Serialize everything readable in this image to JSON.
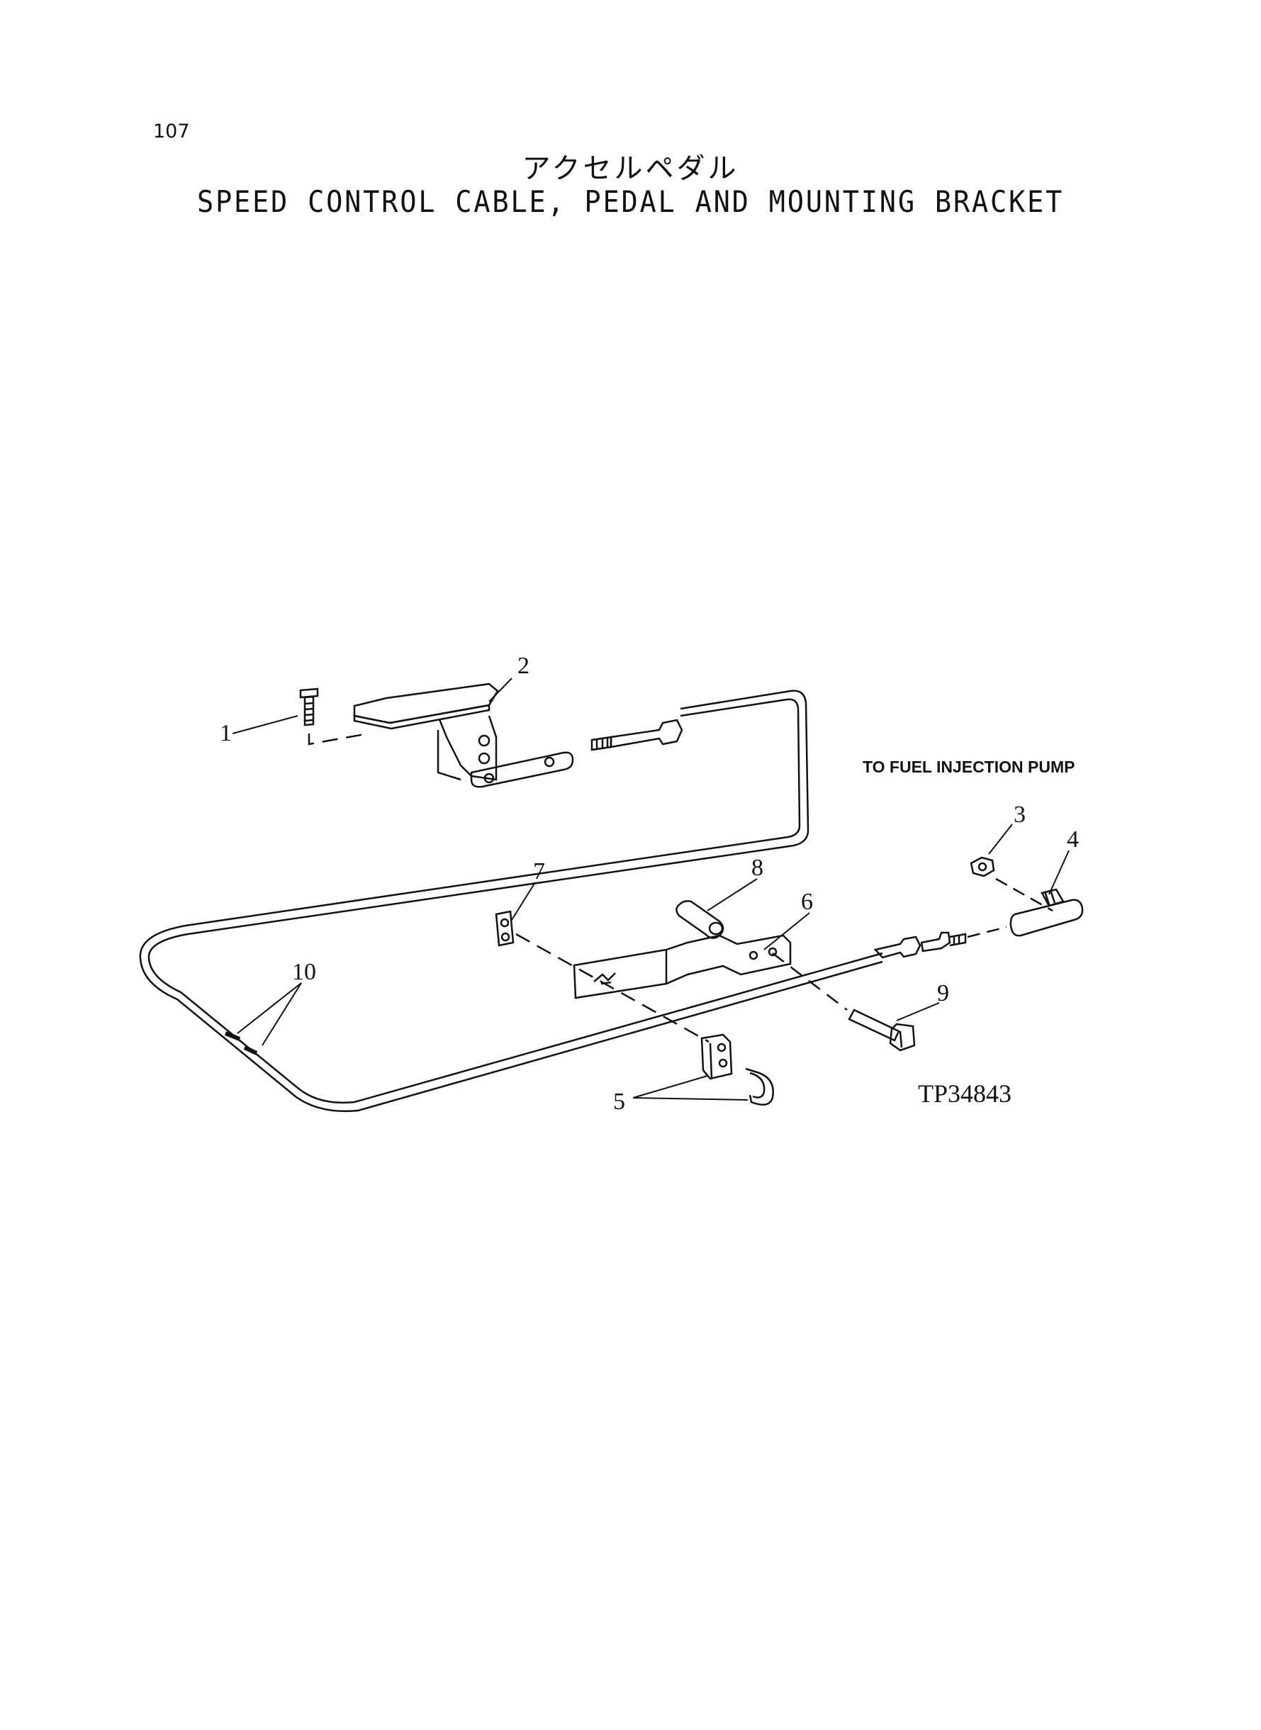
{
  "page": {
    "number": "107",
    "title_jp": "アクセルペダル",
    "title_en": "SPEED CONTROL CABLE, PEDAL AND MOUNTING BRACKET"
  },
  "diagram": {
    "callouts": [
      "1",
      "2",
      "3",
      "4",
      "5",
      "6",
      "7",
      "8",
      "9",
      "10"
    ],
    "note": "TO FUEL INJECTION PUMP",
    "figure_id": "TP34843"
  }
}
